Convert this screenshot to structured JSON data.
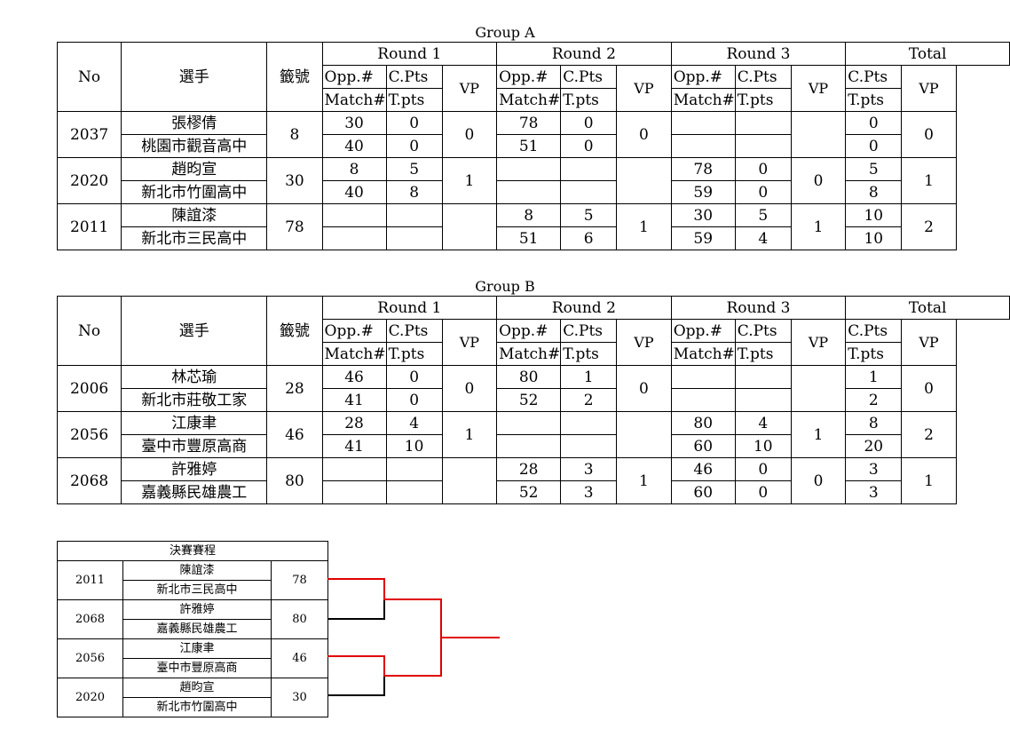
{
  "groups": [
    {
      "title": "Group A",
      "headers": {
        "no": "No",
        "player": "選手",
        "lot": "籤號",
        "round1": "Round 1",
        "round2": "Round 2",
        "round3": "Round 3",
        "total": "Total",
        "opp": "Opp.#",
        "cpts": "C.Pts",
        "vp": "VP",
        "match": "Match#",
        "tpts": "T.pts"
      },
      "players": [
        {
          "no": "2037",
          "name": "張樛倩",
          "school": "桃園市觀音高中",
          "lot": "8",
          "r1": {
            "opp": "30",
            "cpts": "0",
            "match": "40",
            "tpts": "0",
            "vp": "0"
          },
          "r2": {
            "opp": "78",
            "cpts": "0",
            "match": "51",
            "tpts": "0",
            "vp": "0"
          },
          "r3": {
            "opp": "",
            "cpts": "",
            "match": "",
            "tpts": "",
            "vp": ""
          },
          "total": {
            "cpts": "0",
            "tpts": "0",
            "vp": "0"
          }
        },
        {
          "no": "2020",
          "name": "趙昀宣",
          "school": "新北市竹圍高中",
          "lot": "30",
          "r1": {
            "opp": "8",
            "cpts": "5",
            "match": "40",
            "tpts": "8",
            "vp": "1"
          },
          "r2": {
            "opp": "",
            "cpts": "",
            "match": "",
            "tpts": "",
            "vp": ""
          },
          "r3": {
            "opp": "78",
            "cpts": "0",
            "match": "59",
            "tpts": "0",
            "vp": "0"
          },
          "total": {
            "cpts": "5",
            "tpts": "8",
            "vp": "1"
          }
        },
        {
          "no": "2011",
          "name": "陳誼漆",
          "school": "新北市三民高中",
          "lot": "78",
          "r1": {
            "opp": "",
            "cpts": "",
            "match": "",
            "tpts": "",
            "vp": ""
          },
          "r2": {
            "opp": "8",
            "cpts": "5",
            "match": "51",
            "tpts": "6",
            "vp": "1"
          },
          "r3": {
            "opp": "30",
            "cpts": "5",
            "match": "59",
            "tpts": "4",
            "vp": "1"
          },
          "total": {
            "cpts": "10",
            "tpts": "10",
            "vp": "2"
          }
        }
      ]
    },
    {
      "title": "Group B",
      "headers": {
        "no": "No",
        "player": "選手",
        "lot": "籤號",
        "round1": "Round 1",
        "round2": "Round 2",
        "round3": "Round 3",
        "total": "Total",
        "opp": "Opp.#",
        "cpts": "C.Pts",
        "vp": "VP",
        "match": "Match#",
        "tpts": "T.pts"
      },
      "players": [
        {
          "no": "2006",
          "name": "林芯瑜",
          "school": "新北市莊敬工家",
          "lot": "28",
          "r1": {
            "opp": "46",
            "cpts": "0",
            "match": "41",
            "tpts": "0",
            "vp": "0"
          },
          "r2": {
            "opp": "80",
            "cpts": "1",
            "match": "52",
            "tpts": "2",
            "vp": "0"
          },
          "r3": {
            "opp": "",
            "cpts": "",
            "match": "",
            "tpts": "",
            "vp": ""
          },
          "total": {
            "cpts": "1",
            "tpts": "2",
            "vp": "0"
          }
        },
        {
          "no": "2056",
          "name": "江康聿",
          "school": "臺中市豐原高商",
          "lot": "46",
          "r1": {
            "opp": "28",
            "cpts": "4",
            "match": "41",
            "tpts": "10",
            "vp": "1"
          },
          "r2": {
            "opp": "",
            "cpts": "",
            "match": "",
            "tpts": "",
            "vp": ""
          },
          "r3": {
            "opp": "80",
            "cpts": "4",
            "match": "60",
            "tpts": "10",
            "vp": "1"
          },
          "total": {
            "cpts": "8",
            "tpts": "20",
            "vp": "2"
          }
        },
        {
          "no": "2068",
          "name": "許雅婷",
          "school": "嘉義縣民雄農工",
          "lot": "80",
          "r1": {
            "opp": "",
            "cpts": "",
            "match": "",
            "tpts": "",
            "vp": ""
          },
          "r2": {
            "opp": "28",
            "cpts": "3",
            "match": "52",
            "tpts": "3",
            "vp": "1"
          },
          "r3": {
            "opp": "46",
            "cpts": "0",
            "match": "60",
            "tpts": "0",
            "vp": "0"
          },
          "total": {
            "cpts": "3",
            "tpts": "3",
            "vp": "1"
          }
        }
      ]
    }
  ],
  "finals": {
    "title": "決賽賽程",
    "entries": [
      {
        "no": "2011",
        "name": "陳誼漆",
        "school": "新北市三民高中",
        "lot": "78"
      },
      {
        "no": "2068",
        "name": "許雅婷",
        "school": "嘉義縣民雄農工",
        "lot": "80"
      },
      {
        "no": "2056",
        "name": "江康聿",
        "school": "臺中市豐原高商",
        "lot": "46"
      },
      {
        "no": "2020",
        "name": "趙昀宣",
        "school": "新北市竹圍高中",
        "lot": "30"
      }
    ],
    "winner_color": "#e00000",
    "line_color": "#000000"
  }
}
